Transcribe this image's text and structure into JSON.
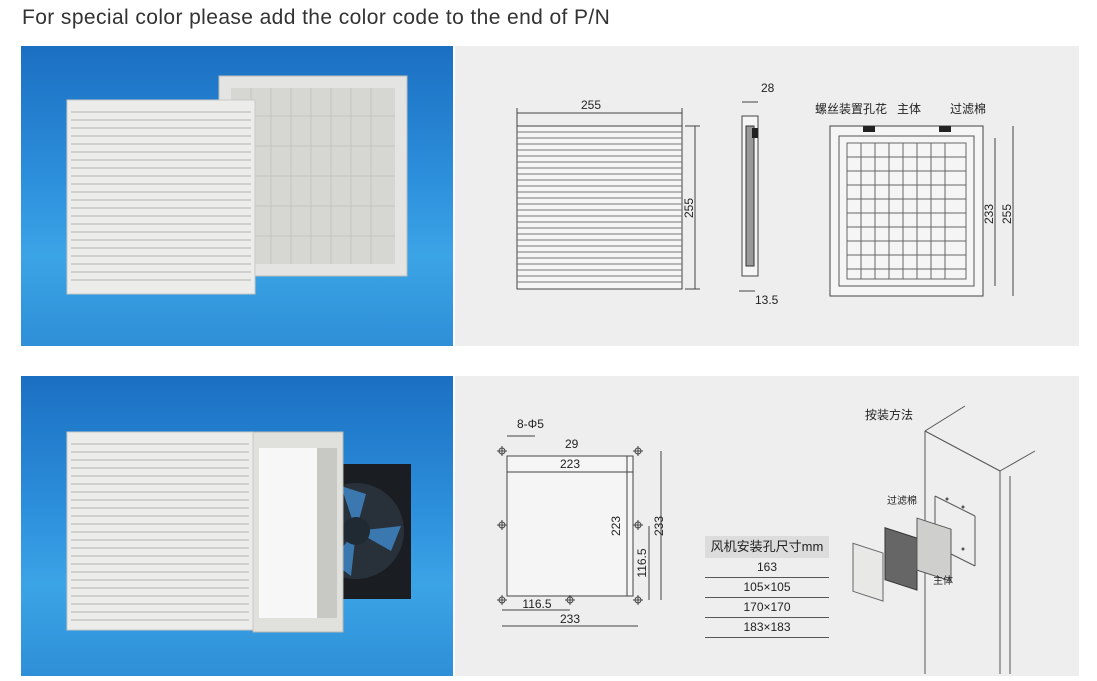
{
  "header": {
    "title": "For special color please add the color code to the end of P/N"
  },
  "top_drawing": {
    "front": {
      "width": "255",
      "height": "255"
    },
    "side": {
      "depth": "28",
      "offset": "13.5"
    },
    "back": {
      "label_screw": "螺丝装置孔花",
      "label_body": "主体",
      "label_filter": "过滤棉",
      "inner": "233",
      "outer": "255"
    }
  },
  "bottom_drawing": {
    "holes": "8-Φ5",
    "dim_29": "29",
    "dim_223_h": "223",
    "dim_223_v": "223",
    "dim_116_v": "116.5",
    "dim_233_v": "233",
    "dim_116_h": "116.5",
    "dim_233_h": "233"
  },
  "fan_table": {
    "header": "风机安装孔尺寸mm",
    "rows": [
      "163",
      "105×105",
      "170×170",
      "183×183"
    ]
  },
  "install": {
    "title": "按装方法",
    "label_filter": "过滤棉",
    "label_body": "主体"
  }
}
